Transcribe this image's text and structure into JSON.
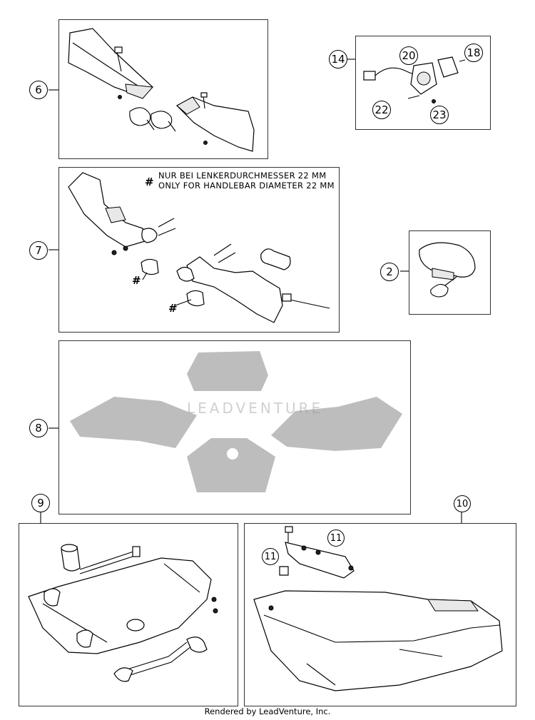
{
  "groups": [
    {
      "id": "hand-guards-a",
      "callout": "6"
    },
    {
      "id": "hand-guards-b",
      "callout": "7"
    },
    {
      "id": "decals",
      "callout": "8"
    },
    {
      "id": "skid-plate-a",
      "callout": "9"
    },
    {
      "id": "skid-plate-b",
      "callout": "10"
    },
    {
      "id": "cover",
      "callout": "2"
    },
    {
      "id": "electrical",
      "callout": "14"
    }
  ],
  "electrical_parts": [
    "20",
    "18",
    "22",
    "23"
  ],
  "skid_b_parts": [
    "11",
    "11"
  ],
  "note": {
    "line1": "NUR BEI LENKERDURCHMESSER 22 MM",
    "line2": "ONLY FOR HANDLEBAR DIAMETER 22 MM",
    "symbol": "#"
  },
  "watermark": "LEADVENTURE",
  "footer": "Rendered by LeadVenture, Inc.",
  "colors": {
    "line": "#000000",
    "decal": "#bdbdbd",
    "background": "#ffffff"
  }
}
